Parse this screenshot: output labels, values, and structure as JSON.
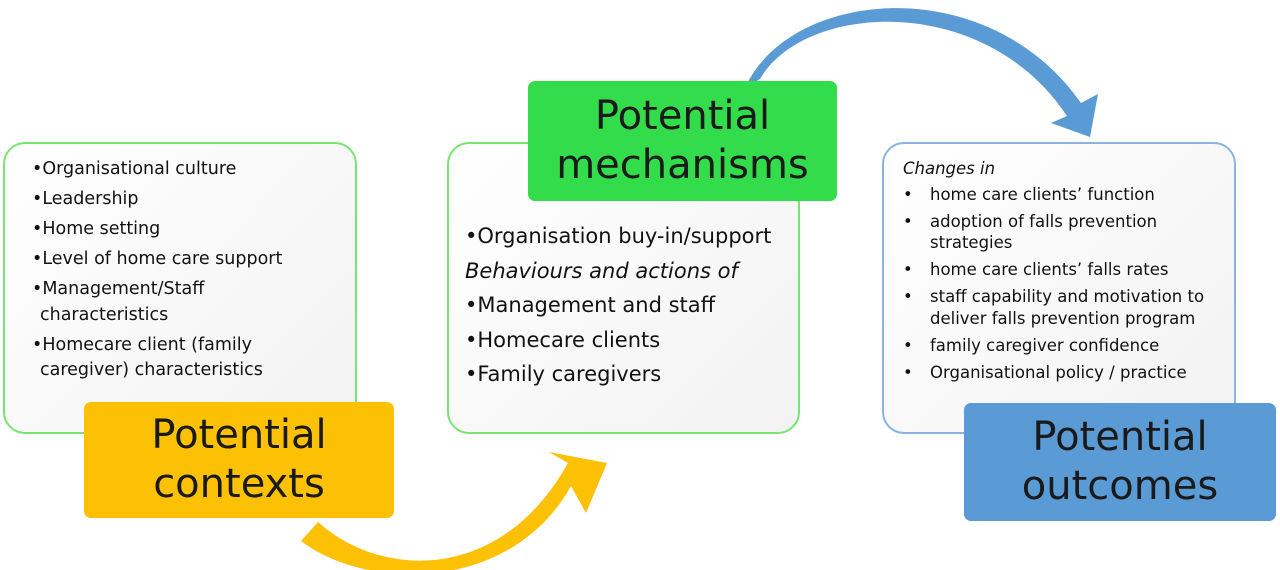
{
  "colors": {
    "contexts": "#fcc004",
    "mechanisms": "#33dc4b",
    "outcomes": "#5b9bd5",
    "box_border_green": "#79e46f",
    "box_border_blue": "#8ab3e1",
    "arrow_yellow": "#fcc004",
    "arrow_blue": "#5b9bd5"
  },
  "contexts": {
    "label_lines": [
      "Potential",
      "contexts"
    ],
    "items": [
      "Organisational culture",
      "Leadership",
      "Home setting",
      "Level of home care support",
      "Management/Staff characteristics",
      "Homecare client (family caregiver) characteristics"
    ]
  },
  "mechanisms": {
    "label_lines": [
      "Potential",
      "mechanisms"
    ],
    "first_item": "Organisation buy-in/support",
    "subhead": "Behaviours and actions of",
    "items": [
      "Management and staff",
      "Homecare clients",
      "Family caregivers"
    ]
  },
  "outcomes": {
    "label_lines": [
      "Potential",
      "outcomes"
    ],
    "subhead": "Changes in",
    "items": [
      "home care clients’ function",
      "adoption of falls prevention strategies",
      "home care clients’ falls rates",
      " staff capability and motivation to deliver falls prevention program",
      "family caregiver confidence",
      "Organisational policy / practice"
    ]
  }
}
